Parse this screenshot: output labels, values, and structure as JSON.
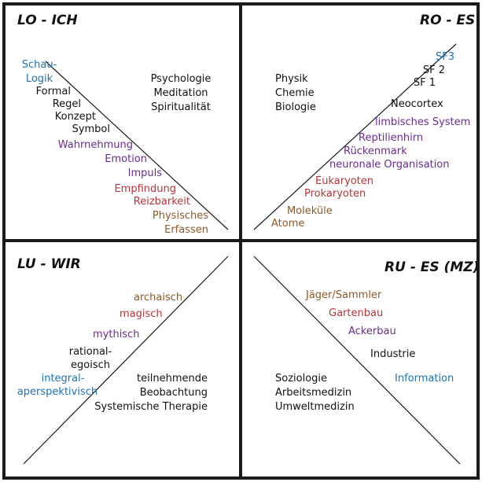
{
  "colors": {
    "blue": "#1f73b7",
    "black": "#111111",
    "purple": "#6a2c8f",
    "red": "#b5343b",
    "brown": "#8b5a2b"
  },
  "quadrants": {
    "lo": {
      "title": "LO - ICH",
      "diagonal_items": [
        "Schau-",
        "Logik",
        "Formal",
        "Regel",
        "Konzept",
        "Symbol",
        "Wahrnehmung",
        "Emotion",
        "Impuls",
        "Empfindung",
        "Reizbarkeit",
        "Physisches",
        "Erfassen"
      ],
      "right_items": [
        "Psychologie",
        "Meditation",
        "Spiritualität"
      ]
    },
    "ro": {
      "title": "RO - ES",
      "diagonal_items": [
        "SF3",
        "SF 2",
        "SF 1",
        "Neocortex",
        "limbisches System",
        "Reptilienhirn",
        "Rückenmark",
        "neuronale Organisation",
        "Eukaryoten",
        "Prokaryoten",
        "Moleküle",
        "Atome"
      ],
      "left_items": [
        "Physik",
        "Chemie",
        "Biologie"
      ]
    },
    "lu": {
      "title": "LU - WIR",
      "diagonal_items": [
        "archaisch",
        "magisch",
        "mythisch",
        "rational-",
        "egoisch",
        "integral-",
        "aperspektivisch"
      ],
      "bottom_items": [
        "teilnehmende",
        "Beobachtung",
        "Systemische Therapie"
      ]
    },
    "ru": {
      "title": "RU - ES (MZ)",
      "diagonal_items": [
        "Jäger/Sammler",
        "Gartenbau",
        "Ackerbau",
        "Industrie",
        "Information"
      ],
      "bottom_items": [
        "Soziologie",
        "Arbeitsmedizin",
        "Umweltmedizin"
      ]
    }
  }
}
